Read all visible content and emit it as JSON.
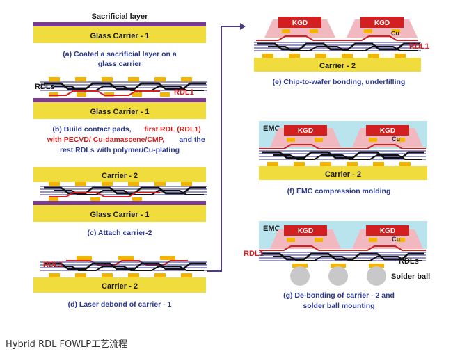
{
  "colors": {
    "carrier": "#f0dc3c",
    "sacrificial": "#7b3b8f",
    "pad": "#f5b400",
    "rdl_black": "#111111",
    "rdl_red": "#d21f1f",
    "kgd": "#d21f1f",
    "underfill": "#f2b8c0",
    "emc": "#b9e4ee",
    "solder": "#c8c8c8",
    "arrow": "#4b3a8c",
    "caption_blue": "#2b3990"
  },
  "labels": {
    "sacrificial_layer": "Sacrificial layer",
    "glass_carrier_1": "Glass Carrier - 1",
    "carrier_2": "Carrier - 2",
    "rdls": "RDLs",
    "rdl1": "RDL1",
    "kgd": "KGD",
    "cu": "Cu",
    "emc": "EMC",
    "solder_ball": "Solder ball"
  },
  "captions": {
    "a_1": "(a) Coated a sacrificial layer on a",
    "a_2": "glass carrier",
    "b_1": "(b) Build contact pads,",
    "b_1_red": "first RDL (RDL1)",
    "b_2_red": "with PECVD/ Cu-damascene/CMP,",
    "b_2_blue": "and the",
    "b_3": "rest RDLs with polymer/Cu-plating",
    "c": "(c) Attach carrier-2",
    "d": "(d) Laser debond of carrier - 1",
    "e": "(e) Chip-to-wafer bonding, underfilling",
    "f": "(f) EMC compression molding",
    "g_1": "(g) De-bonding of carrier - 2 and",
    "g_2": "solder ball mounting"
  },
  "footer": "Hybrid RDL FOWLP工艺流程"
}
